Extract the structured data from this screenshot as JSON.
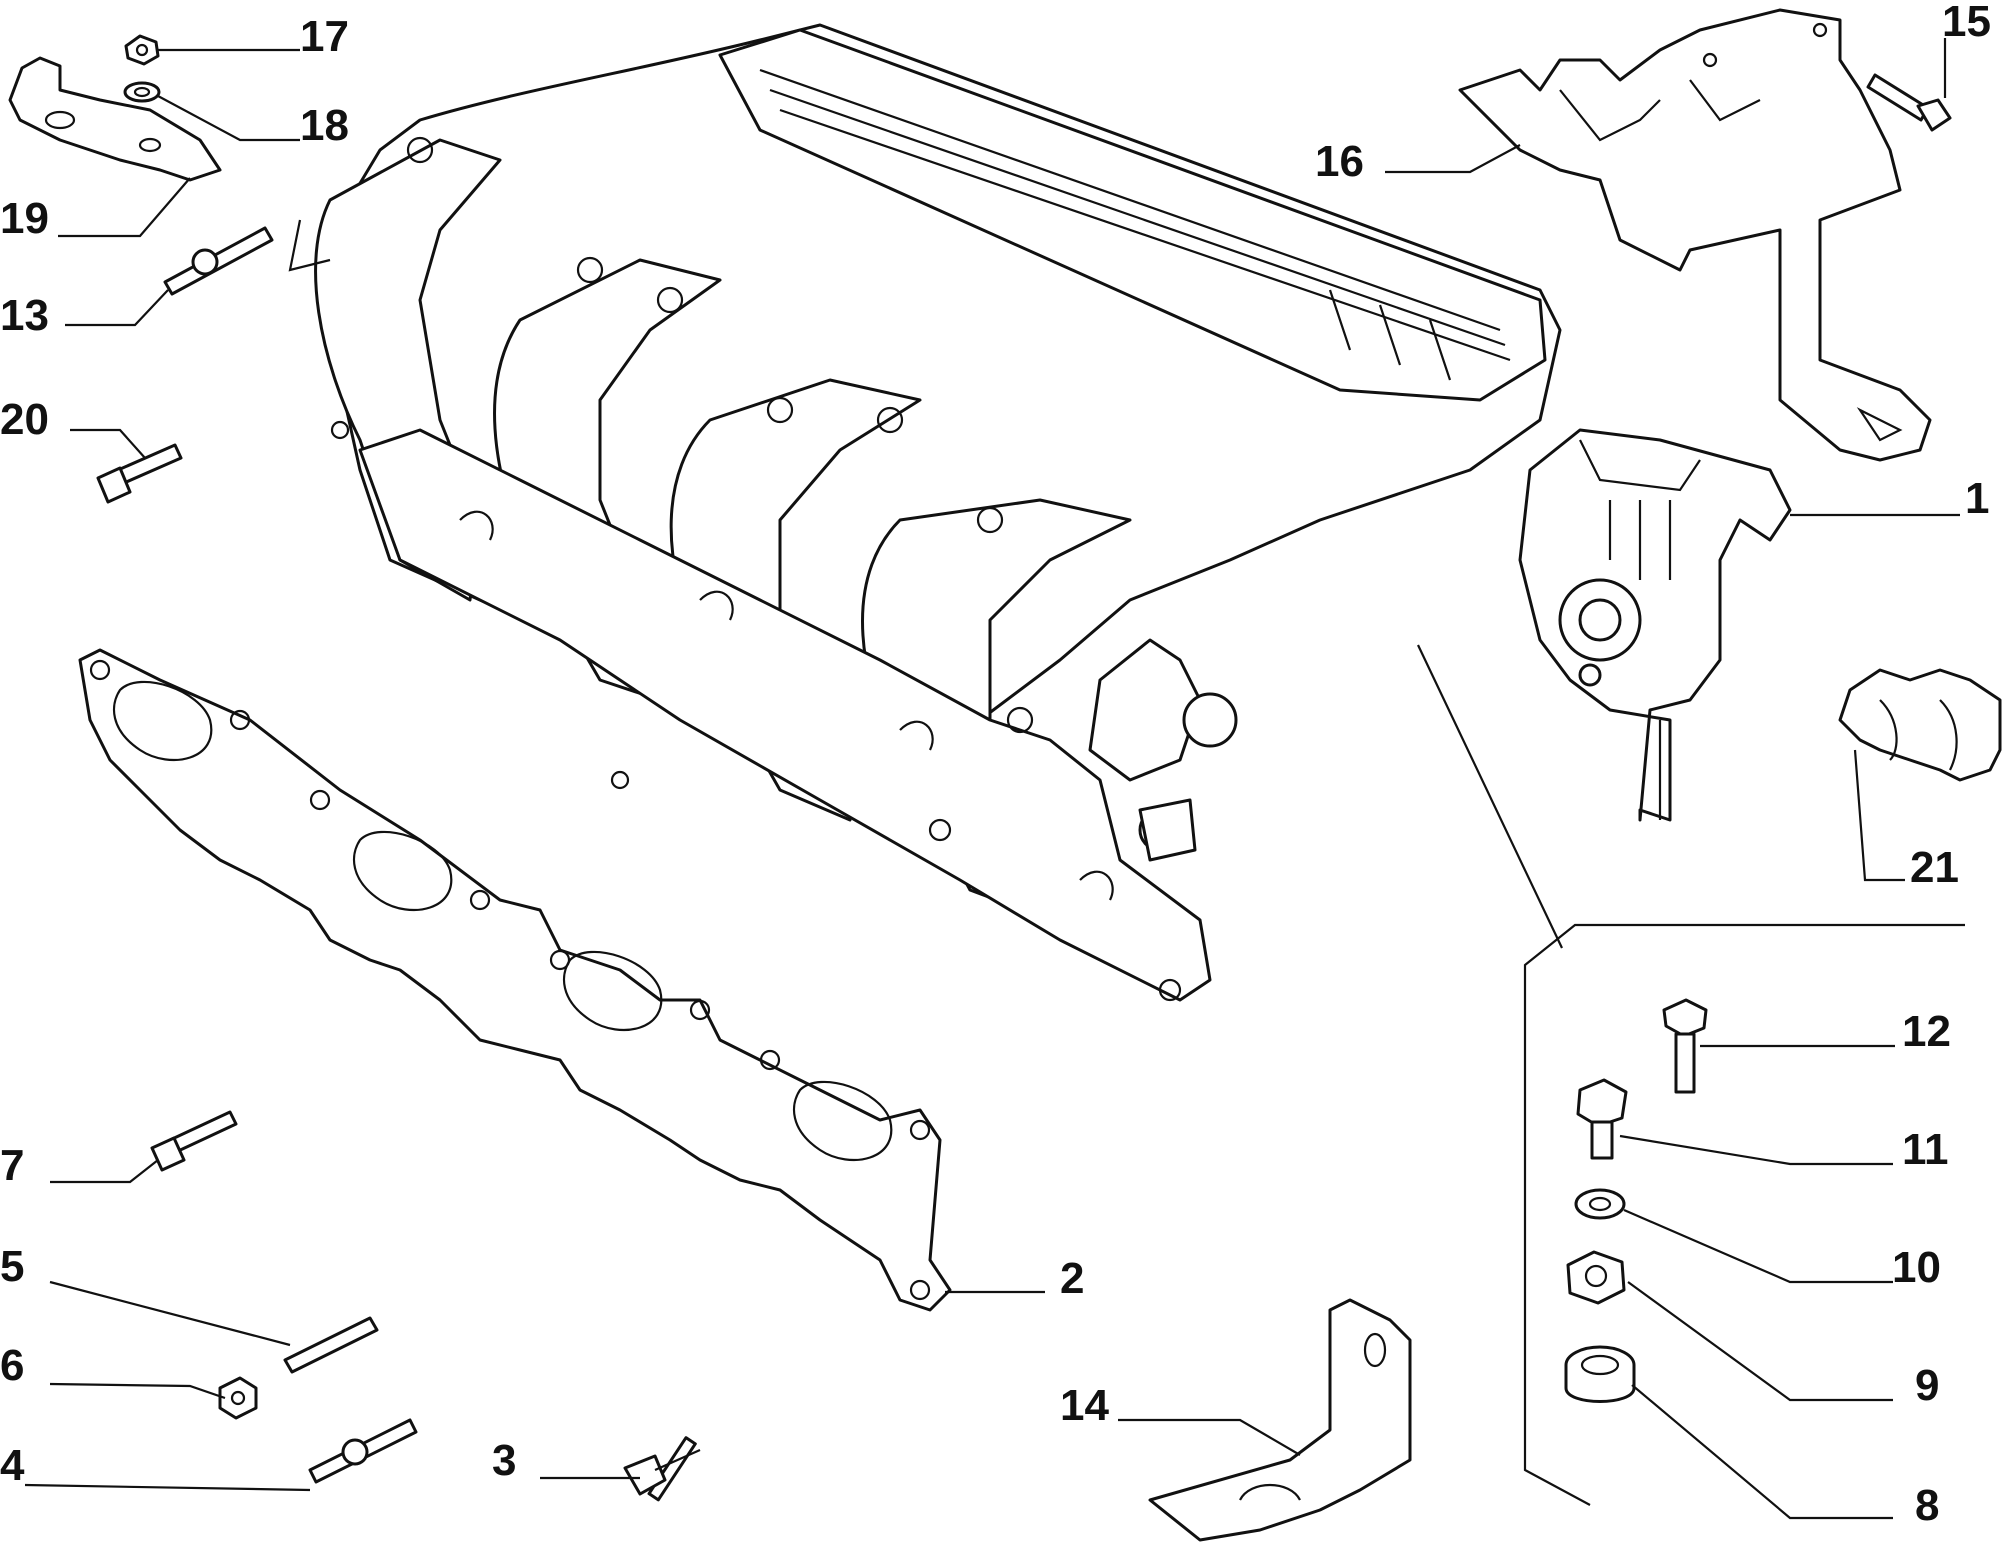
{
  "diagram": {
    "labels": [
      "1",
      "2",
      "3",
      "4",
      "5",
      "6",
      "7",
      "8",
      "9",
      "10",
      "11",
      "12",
      "13",
      "14",
      "15",
      "16",
      "17",
      "18",
      "19",
      "20",
      "21"
    ]
  }
}
